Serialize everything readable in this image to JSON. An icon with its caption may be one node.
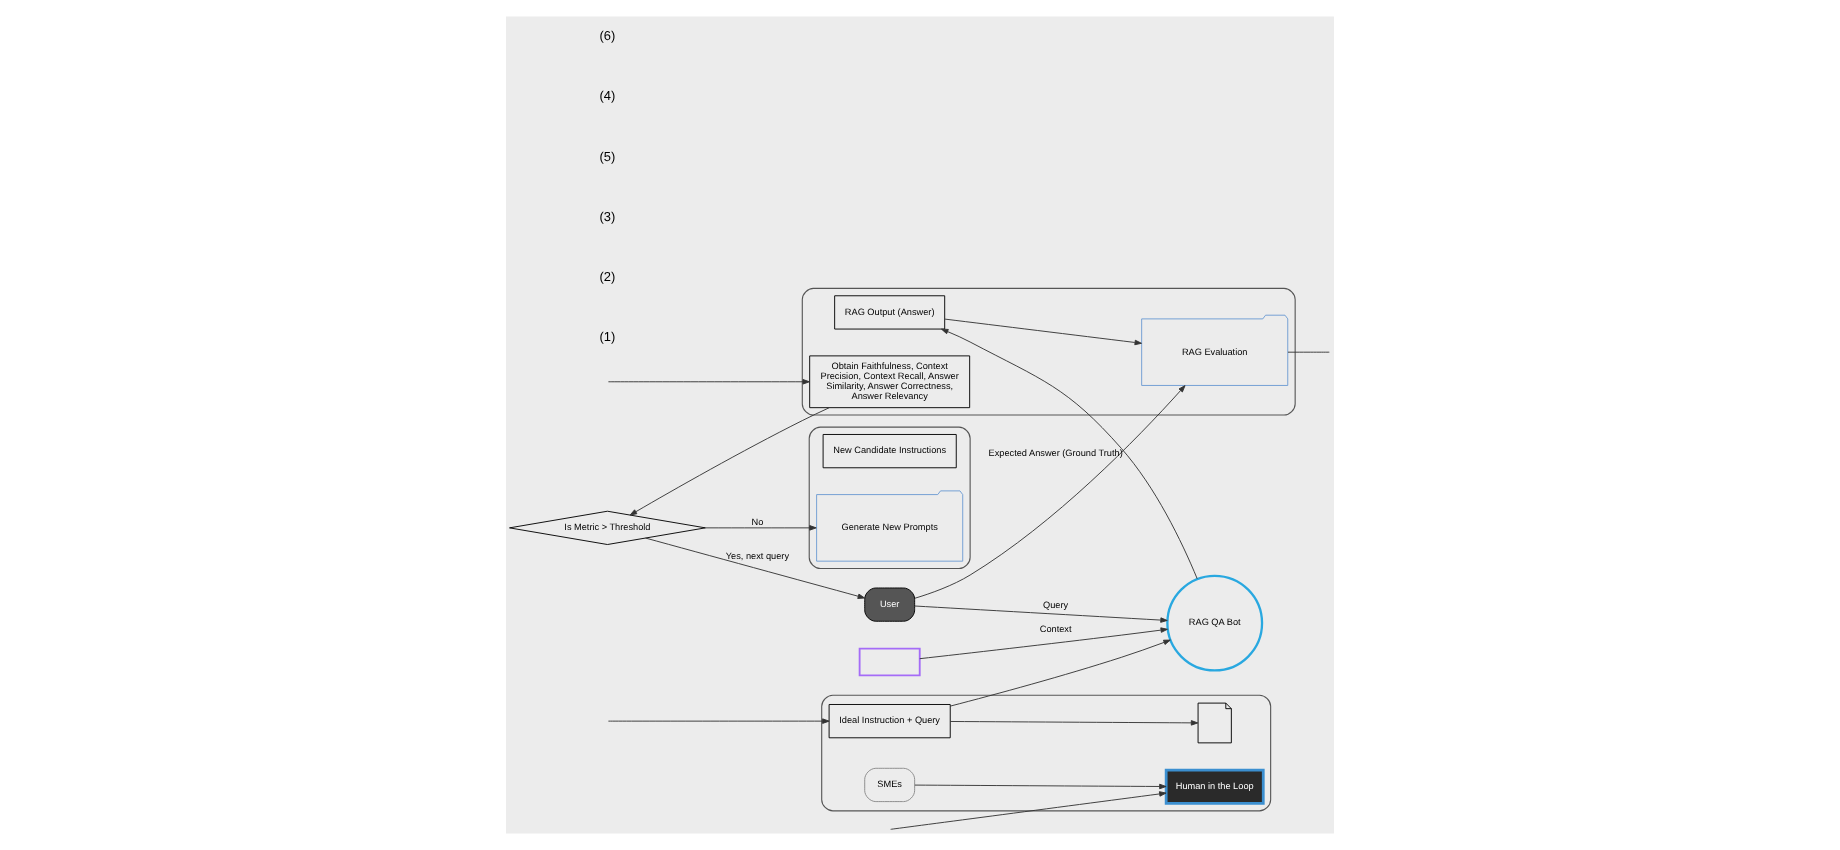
{
  "diagram": {
    "nodes": [
      {
        "text": [],
        "shape": "box"
      },
      {
        "text": [],
        "shape": "box"
      },
      {
        "text": [
          "User"
        ]
      },
      {
        "text": [
          "RAG QA Bot"
        ]
      },
      {
        "text": [
          "RAG Output (Answer)"
        ],
        "in": 0
      },
      {
        "text": [
          "RAG Evaluation"
        ],
        "in": 0
      },
      {
        "text": [
          "Obtain Faithfulness, Context Precision, Context Recall, Answer Similarity, Answer Correctness, Answer Relevancy"
        ],
        "in": 0
      },
      {
        "text": [
          "Is Metric > Threshold"
        ]
      },
      {
        "text": [],
        "shape": "box"
      },
      {
        "text": [
          "SMEs"
        ],
        "in": 8
      },
      {
        "text": [
          "Human in the Loop"
        ],
        "in": 8
      },
      {
        "text": [
          "Ideal Instruction + Query"
        ],
        "in": 8
      },
      {
        "text": [],
        "shape": "picture",
        "in": 8
      },
      {
        "text": [],
        "shape": "box"
      },
      {
        "text": [
          "New Candidate Instructions"
        ],
        "in": 13
      },
      {
        "text": [
          "Generate New Prompts"
        ],
        "in": 13
      }
    ],
    "edges": [
      {
        "from": 1,
        "to": 3,
        "label": "Context",
        "arrow": "to"
      },
      {
        "from": 2,
        "to": 3,
        "label": "Query",
        "arrow": "to"
      },
      {
        "from": 3,
        "to": 4,
        "arrow": "to"
      },
      {
        "from": 4,
        "to": 5,
        "arrow": "to"
      },
      {
        "from": 2,
        "to": 5,
        "label": "Expected Answer (Ground Truth)",
        "arrow": "to"
      },
      {
        "from": 5,
        "to": null,
        "arrow": "none"
      },
      {
        "from": null,
        "to": 6,
        "arrow": "to"
      },
      {
        "from": 6,
        "to": 7,
        "arrow": "to"
      },
      {
        "from": 7,
        "to": 2,
        "label": "Yes, next query",
        "arrow": "to"
      },
      {
        "from": 7,
        "to": 15,
        "label": "No",
        "arrow": "to"
      },
      {
        "from": 11,
        "to": 3,
        "arrow": "to"
      },
      {
        "from": 11,
        "to": 12,
        "arrow": "to"
      },
      {
        "from": null,
        "to": 11,
        "arrow": "to"
      },
      {
        "from": null,
        "to": 10,
        "arrow": "to"
      },
      {
        "from": 9,
        "to": 10,
        "arrow": "to"
      }
    ],
    "labels": [
      "(1)",
      "(2)",
      "(3)",
      "(5)",
      "(4)",
      "(6)"
    ]
  }
}
